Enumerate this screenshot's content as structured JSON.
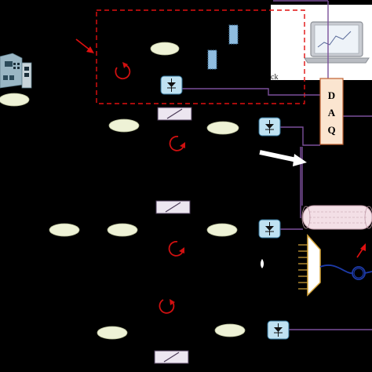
{
  "colors": {
    "background": "#000000",
    "wire": "#7a4f9a",
    "accent_red": "#e01010",
    "daq_fill": "#fbe5d0",
    "daq_border": "#c06030",
    "lens": "#eef2d6",
    "detector_fill": "#bfe2f2",
    "beam_splitter": "#ece6f0",
    "fiber_wire": "#1d3aa8",
    "grating": "#f0cc55"
  },
  "daq": {
    "letters": [
      "D",
      "A",
      "Q"
    ]
  },
  "laptop_partial_text": "ck",
  "icons": [
    "control-panel-icon",
    "laptop-icon",
    "rotation-arrow-icon",
    "photodetector-icon",
    "beam-splitter-icon",
    "fiber-coil-icon",
    "grating-spectrometer-icon",
    "optical-fiber-icon"
  ]
}
